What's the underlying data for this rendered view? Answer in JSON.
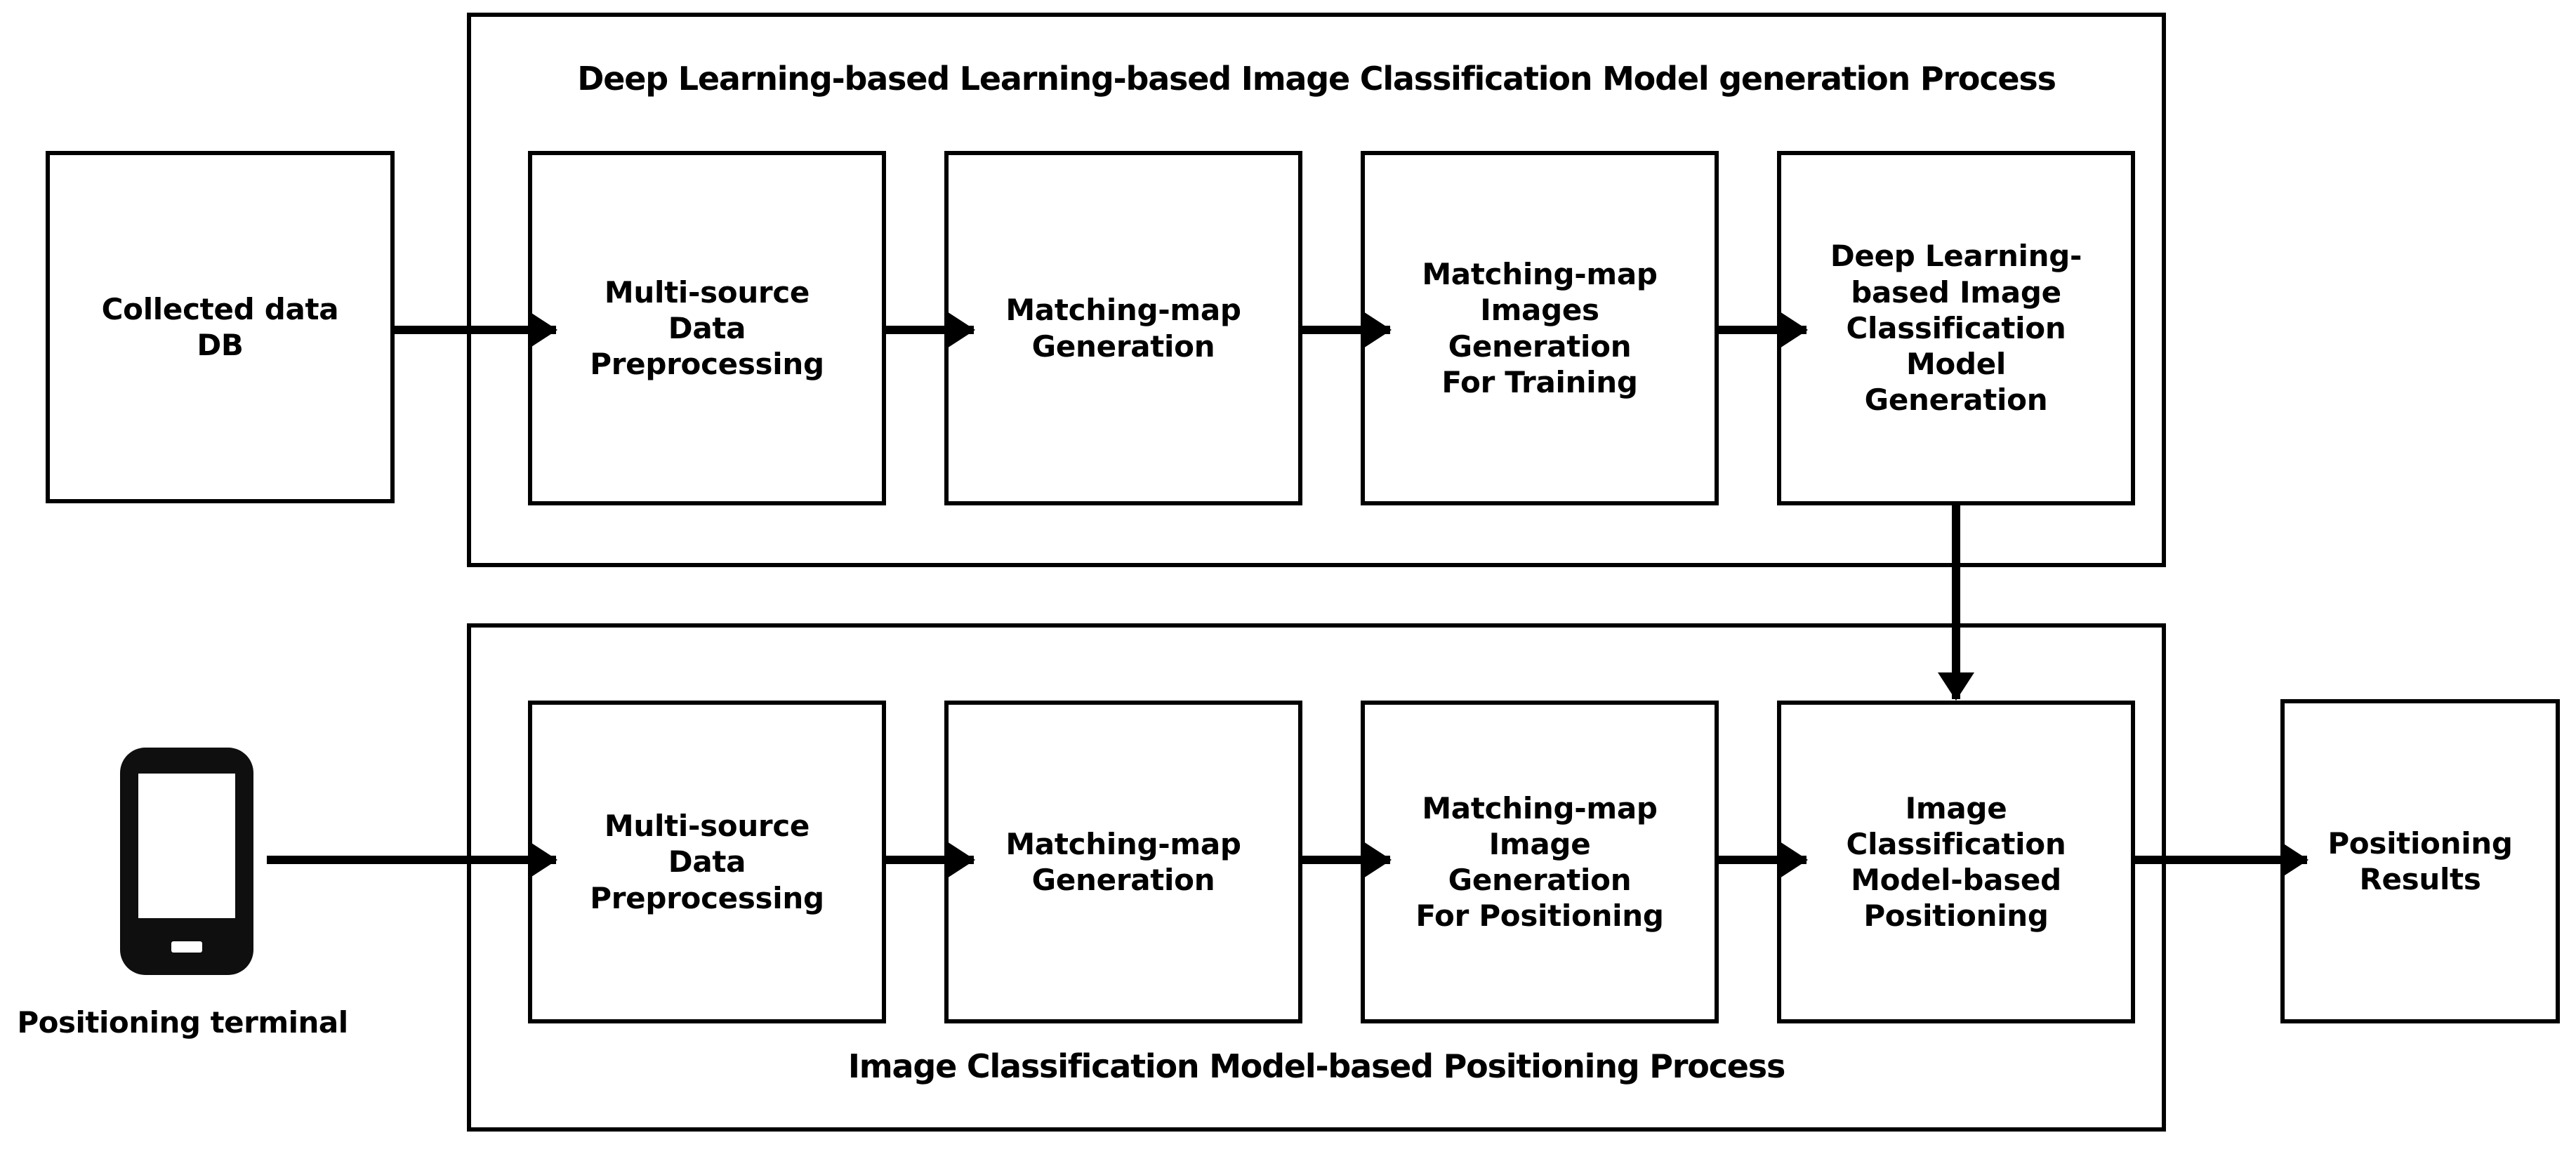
{
  "diagram": {
    "type": "flowchart",
    "orientation": "two-stage-horizontal",
    "background_color": "#ffffff",
    "stroke_color": "#000000"
  },
  "processes": [
    {
      "id": "model-generation-process",
      "title": "Deep Learning-based Learning-based Image Classification Model generation Process",
      "title_position": "top-inside"
    },
    {
      "id": "positioning-process",
      "title": "Image Classification Model-based Positioning Process",
      "title_position": "bottom-inside"
    }
  ],
  "inputs": {
    "collected_data_db": "Collected data\nDB",
    "positioning_terminal_caption": "Positioning terminal",
    "positioning_terminal_icon": "smartphone-icon"
  },
  "outputs": {
    "positioning_results": "Positioning\nResults"
  },
  "training_row": [
    {
      "id": "multi-source-data-preprocessing",
      "label": "Multi-source\nData\nPreprocessing"
    },
    {
      "id": "matching-map-generation",
      "label": "Matching-map\nGeneration"
    },
    {
      "id": "matching-map-images-generation-for-training",
      "label": "Matching-map\nImages\nGeneration\nFor Training"
    },
    {
      "id": "deep-learning-based-image-classification-model-generation",
      "label": "Deep Learning-\nbased Image\nClassification\nModel\nGeneration"
    }
  ],
  "positioning_row": [
    {
      "id": "multi-source-data-preprocessing-2",
      "label": "Multi-source\nData\nPreprocessing"
    },
    {
      "id": "matching-map-generation-2",
      "label": "Matching-map\nGeneration"
    },
    {
      "id": "matching-map-image-generation-for-positioning",
      "label": "Matching-map\nImage\nGeneration\nFor Positioning"
    },
    {
      "id": "image-classification-model-based-positioning",
      "label": "Image\nClassification\nModel-based\nPositioning"
    }
  ],
  "connectors": [
    {
      "from": "collected_data_db",
      "to": "multi-source-data-preprocessing",
      "direction": "right"
    },
    {
      "from": "multi-source-data-preprocessing",
      "to": "matching-map-generation",
      "direction": "right"
    },
    {
      "from": "matching-map-generation",
      "to": "matching-map-images-generation-for-training",
      "direction": "right"
    },
    {
      "from": "matching-map-images-generation-for-training",
      "to": "deep-learning-based-image-classification-model-generation",
      "direction": "right"
    },
    {
      "from": "deep-learning-based-image-classification-model-generation",
      "to": "image-classification-model-based-positioning",
      "direction": "down"
    },
    {
      "from": "positioning_terminal",
      "to": "multi-source-data-preprocessing-2",
      "direction": "right"
    },
    {
      "from": "multi-source-data-preprocessing-2",
      "to": "matching-map-generation-2",
      "direction": "right"
    },
    {
      "from": "matching-map-generation-2",
      "to": "matching-map-image-generation-for-positioning",
      "direction": "right"
    },
    {
      "from": "matching-map-image-generation-for-positioning",
      "to": "image-classification-model-based-positioning",
      "direction": "right"
    },
    {
      "from": "image-classification-model-based-positioning",
      "to": "positioning_results",
      "direction": "right"
    }
  ]
}
